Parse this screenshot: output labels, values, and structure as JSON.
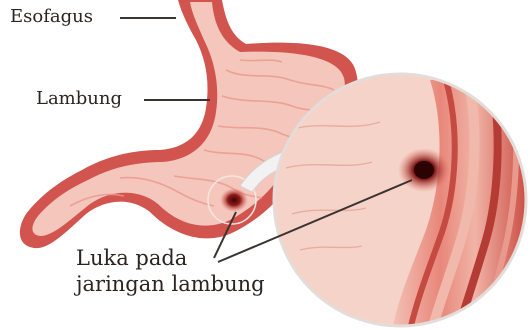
{
  "labels": {
    "esofagus": "Esofagus",
    "lambung": "Lambung",
    "luka_line1": "Luka pada",
    "luka_line2": "jaringan lambung"
  },
  "colors": {
    "tissue_outer": "#d2544e",
    "tissue_inner": "#f4c6bc",
    "lining": "#f8d9d0",
    "ulcer": "#7a1414",
    "magnifier_fill": "#f6d3c8",
    "leader_line": "#3a3330",
    "arrow": "#f2f2f2"
  },
  "icons": {
    "arrow": "curved-arrow-icon",
    "ulcer": "ulcer-wound-icon"
  }
}
